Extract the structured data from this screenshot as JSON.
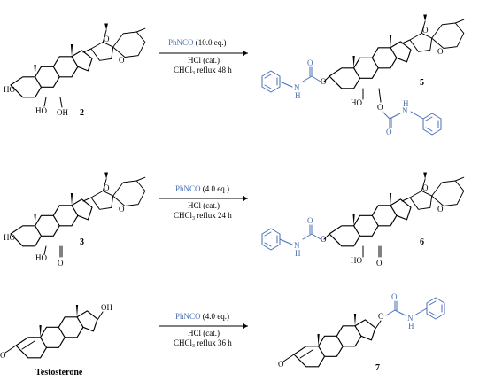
{
  "reactions": [
    {
      "reactant": "2",
      "product": "5",
      "reagent": "PhNCO",
      "equivalents": "(10.0 eq.)",
      "catalyst": "HCl (cat.)",
      "solvent_prefix": "CHCl",
      "solvent_sub": "3",
      "solvent_suffix": " reflux 48 h"
    },
    {
      "reactant": "3",
      "product": "6",
      "reagent": "PhNCO",
      "equivalents": "(4.0 eq.)",
      "catalyst": "HCl (cat.)",
      "solvent_prefix": "CHCl",
      "solvent_sub": "3",
      "solvent_suffix": " reflux 24 h"
    },
    {
      "reactant": "Testosterone",
      "product": "7",
      "reagent": "PhNCO",
      "equivalents": "(4.0 eq.)",
      "catalyst": "HCl (cat.)",
      "solvent_prefix": "CHCl",
      "solvent_sub": "3",
      "solvent_suffix": " reflux 36 h"
    }
  ],
  "atoms": {
    "HO": "HO",
    "O": "O",
    "H": "H",
    "N": "N",
    "OH": "OH"
  },
  "colors": {
    "ink": "#000000",
    "reagent": "#4a6fb5",
    "background": "#ffffff"
  }
}
